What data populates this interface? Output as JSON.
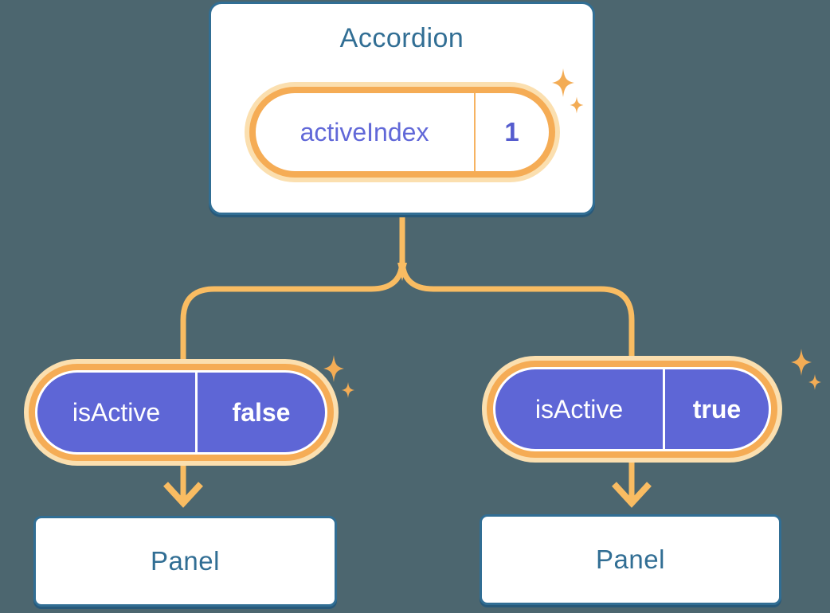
{
  "diagram": {
    "colors": {
      "background": "#4C666F",
      "card_bg": "#FFFFFF",
      "blue": "#316E94",
      "blue_shadow": "#27597A",
      "connector": "#F9BC62",
      "ring": "#F5AC55",
      "halo": "#FBDFAF",
      "sparkle": "#F3AC55",
      "purple": "#5E66D6",
      "purple_text": "#6168D8",
      "purple_value": "#555CCE",
      "pill_divider": "#F6B361"
    },
    "root": {
      "title": "Accordion",
      "state": {
        "name": "activeIndex",
        "value": "1"
      }
    },
    "children": [
      {
        "prop": {
          "name": "isActive",
          "value": "false"
        },
        "panel": {
          "label": "Panel"
        }
      },
      {
        "prop": {
          "name": "isActive",
          "value": "true"
        },
        "panel": {
          "label": "Panel"
        }
      }
    ]
  }
}
